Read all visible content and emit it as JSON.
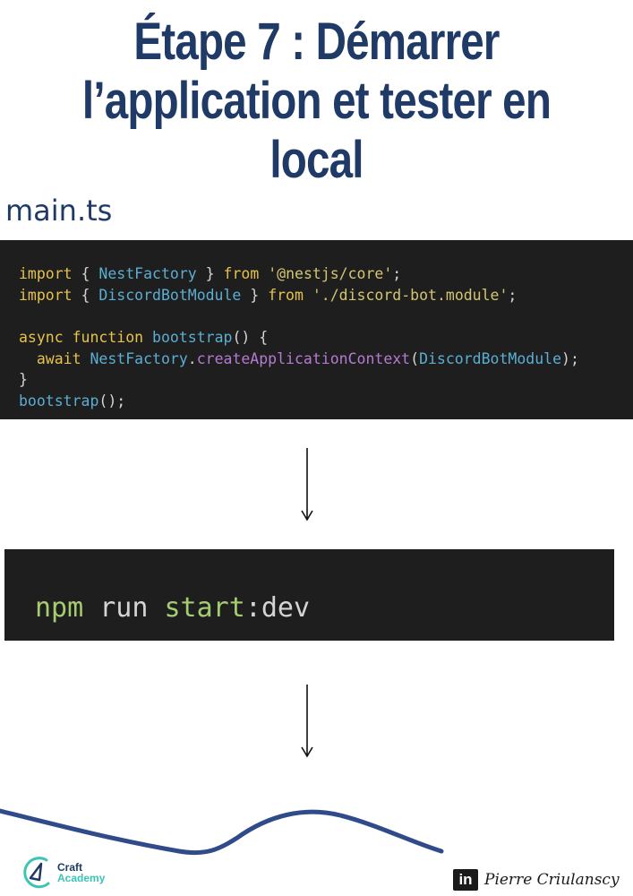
{
  "title": {
    "line1": "Étape 7 : Démarrer",
    "line2": "l’application et tester en local"
  },
  "file": {
    "name": "main.ts"
  },
  "code": {
    "lines": [
      [
        {
          "t": "import",
          "c": "kw"
        },
        {
          "t": " { ",
          "c": "pn"
        },
        {
          "t": "NestFactory",
          "c": "id"
        },
        {
          "t": " } ",
          "c": "pn"
        },
        {
          "t": "from",
          "c": "kw"
        },
        {
          "t": " ",
          "c": "pn"
        },
        {
          "t": "'@nestjs/core'",
          "c": "str"
        },
        {
          "t": ";",
          "c": "pn"
        }
      ],
      [
        {
          "t": "import",
          "c": "kw"
        },
        {
          "t": " { ",
          "c": "pn"
        },
        {
          "t": "DiscordBotModule",
          "c": "id"
        },
        {
          "t": " } ",
          "c": "pn"
        },
        {
          "t": "from",
          "c": "kw"
        },
        {
          "t": " ",
          "c": "pn"
        },
        {
          "t": "'./discord-bot.module'",
          "c": "str"
        },
        {
          "t": ";",
          "c": "pn"
        }
      ],
      [],
      [
        {
          "t": "async",
          "c": "kw"
        },
        {
          "t": " ",
          "c": "pn"
        },
        {
          "t": "function",
          "c": "kw"
        },
        {
          "t": " ",
          "c": "pn"
        },
        {
          "t": "bootstrap",
          "c": "id"
        },
        {
          "t": "() {",
          "c": "pn"
        }
      ],
      [
        {
          "t": "  await",
          "c": "kw"
        },
        {
          "t": " ",
          "c": "pn"
        },
        {
          "t": "NestFactory",
          "c": "id"
        },
        {
          "t": ".",
          "c": "pn"
        },
        {
          "t": "createApplicationContext",
          "c": "fn"
        },
        {
          "t": "(",
          "c": "pn"
        },
        {
          "t": "DiscordBotModule",
          "c": "id"
        },
        {
          "t": ");",
          "c": "pn"
        }
      ],
      [
        {
          "t": "}",
          "c": "pn"
        }
      ],
      [
        {
          "t": "bootstrap",
          "c": "id"
        },
        {
          "t": "();",
          "c": "pn"
        }
      ]
    ]
  },
  "command": {
    "npm": "npm",
    "run": " run ",
    "start": "start",
    "rest": ":dev"
  },
  "footer": {
    "logo_line1": "Craft",
    "logo_line2": "Academy",
    "linkedin_icon": "in",
    "author": "Pierre Criulanscy"
  },
  "colors": {
    "title": "#1f3a66",
    "code_bg": "#1e1e1e",
    "wave": "#2f4b8a",
    "accent": "#3cc4b4"
  }
}
